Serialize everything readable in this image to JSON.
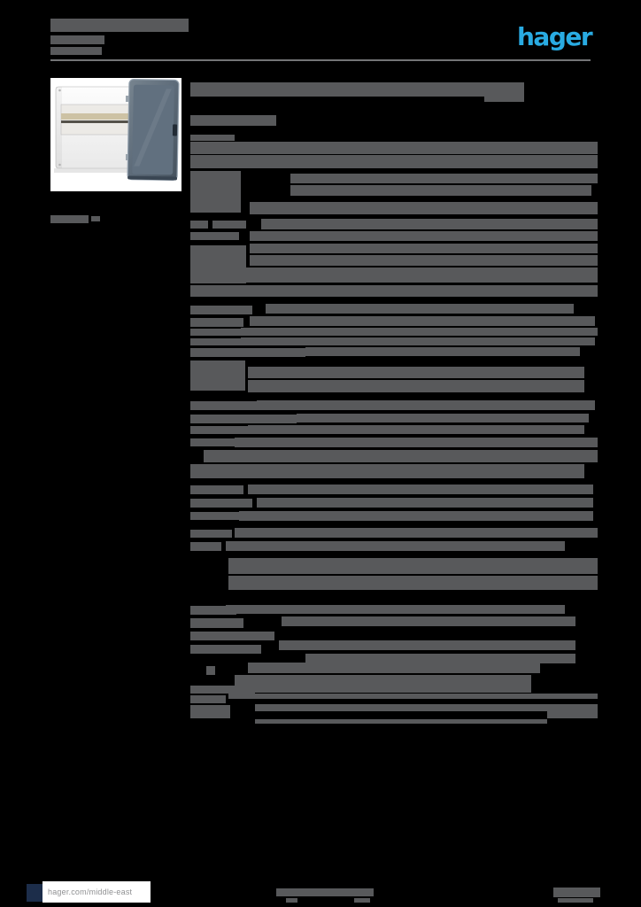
{
  "brand": {
    "logo_text": "hager",
    "logo_color": "#29abe2"
  },
  "footer": {
    "website": "hager.com/middle-east",
    "accent_square_color": "#1c2d4a"
  },
  "colors": {
    "page_bg": "#000000",
    "text_block": "#58595b",
    "rule": "#737476",
    "photo_bg": "#ffffff",
    "door_color": "#5d6b79",
    "enclosure_body": "#f6f6f6",
    "din_rail": "#cdc2a4"
  },
  "unreadable_text_blocks": [
    [
      57,
      21,
      156,
      15
    ],
    [
      57,
      40,
      61,
      10
    ],
    [
      57,
      53,
      58,
      9
    ],
    [
      57,
      243,
      43,
      9
    ],
    [
      103,
      244,
      10,
      6
    ],
    [
      215,
      93,
      377,
      16
    ],
    [
      547,
      108,
      45,
      7
    ],
    [
      215,
      130,
      97,
      12
    ],
    [
      215,
      152,
      50,
      7
    ],
    [
      215,
      160,
      460,
      14
    ],
    [
      215,
      175,
      460,
      15
    ],
    [
      215,
      193,
      57,
      47
    ],
    [
      328,
      196,
      347,
      11
    ],
    [
      328,
      209,
      340,
      12
    ],
    [
      282,
      228,
      393,
      14
    ],
    [
      215,
      249,
      20,
      9
    ],
    [
      240,
      249,
      38,
      9
    ],
    [
      295,
      247,
      380,
      12
    ],
    [
      215,
      262,
      55,
      9
    ],
    [
      282,
      261,
      393,
      11
    ],
    [
      215,
      277,
      63,
      43
    ],
    [
      282,
      275,
      393,
      11
    ],
    [
      282,
      288,
      393,
      12
    ],
    [
      278,
      302,
      397,
      17
    ],
    [
      215,
      322,
      460,
      13
    ],
    [
      215,
      345,
      70,
      10
    ],
    [
      300,
      343,
      348,
      11
    ],
    [
      215,
      359,
      60,
      10
    ],
    [
      282,
      357,
      390,
      11
    ],
    [
      215,
      371,
      57,
      8
    ],
    [
      272,
      370,
      403,
      9
    ],
    [
      215,
      382,
      57,
      8
    ],
    [
      272,
      381,
      400,
      9
    ],
    [
      215,
      393,
      130,
      10
    ],
    [
      345,
      392,
      310,
      10
    ],
    [
      215,
      407,
      62,
      34
    ],
    [
      280,
      414,
      380,
      13
    ],
    [
      280,
      429,
      380,
      14
    ],
    [
      215,
      453,
      75,
      10
    ],
    [
      290,
      452,
      382,
      11
    ],
    [
      215,
      468,
      120,
      10
    ],
    [
      335,
      467,
      330,
      10
    ],
    [
      215,
      481,
      65,
      9
    ],
    [
      280,
      480,
      380,
      10
    ],
    [
      215,
      495,
      50,
      9
    ],
    [
      265,
      494,
      410,
      11
    ],
    [
      230,
      508,
      445,
      14
    ],
    [
      215,
      524,
      445,
      16
    ],
    [
      215,
      548,
      60,
      10
    ],
    [
      280,
      547,
      390,
      11
    ],
    [
      215,
      563,
      70,
      10
    ],
    [
      290,
      562,
      380,
      11
    ],
    [
      215,
      578,
      60,
      9
    ],
    [
      270,
      577,
      400,
      11
    ],
    [
      215,
      598,
      47,
      9
    ],
    [
      265,
      596,
      410,
      11
    ],
    [
      215,
      612,
      35,
      10
    ],
    [
      255,
      611,
      383,
      11
    ],
    [
      258,
      630,
      417,
      18
    ],
    [
      258,
      650,
      417,
      16
    ],
    [
      215,
      684,
      52,
      10
    ],
    [
      255,
      683,
      383,
      10
    ],
    [
      215,
      698,
      60,
      11
    ],
    [
      318,
      696,
      332,
      11
    ],
    [
      215,
      713,
      95,
      10
    ],
    [
      315,
      723,
      335,
      11
    ],
    [
      215,
      728,
      80,
      10
    ],
    [
      345,
      738,
      305,
      11
    ],
    [
      233,
      752,
      10,
      10
    ],
    [
      280,
      748,
      330,
      12
    ],
    [
      265,
      762,
      335,
      12
    ],
    [
      215,
      774,
      73,
      9
    ],
    [
      288,
      772,
      312,
      10
    ],
    [
      215,
      785,
      40,
      9
    ],
    [
      258,
      783,
      417,
      6
    ],
    [
      215,
      796,
      45,
      15
    ],
    [
      288,
      795,
      387,
      8
    ],
    [
      618,
      803,
      57,
      8
    ],
    [
      288,
      812,
      330,
      5
    ],
    [
      312,
      1003,
      110,
      9
    ],
    [
      323,
      1014,
      13,
      5
    ],
    [
      400,
      1014,
      18,
      5
    ],
    [
      625,
      1002,
      53,
      11
    ],
    [
      630,
      1014,
      40,
      5
    ]
  ]
}
